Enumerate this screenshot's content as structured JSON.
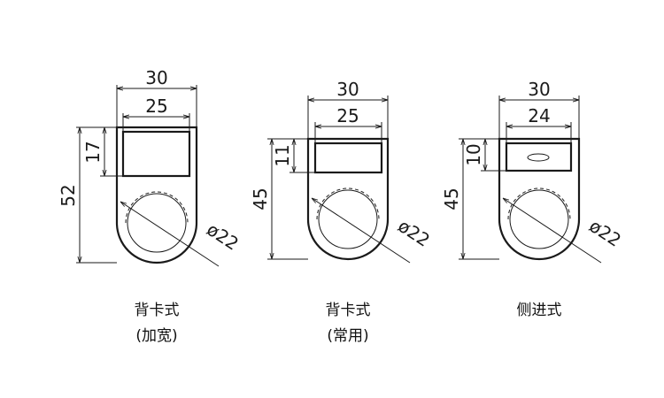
{
  "panels": [
    {
      "outer_width": "30",
      "inner_width": "25",
      "height": "52",
      "window_height": "17",
      "diameter": "ø22",
      "title": "背卡式",
      "subtitle": "(加宽)"
    },
    {
      "outer_width": "30",
      "inner_width": "25",
      "height": "45",
      "window_height": "11",
      "diameter": "ø22",
      "title": "背卡式",
      "subtitle": "(常用)"
    },
    {
      "outer_width": "30",
      "inner_width": "24",
      "height": "45",
      "window_height": "10",
      "diameter": "ø22",
      "title": "侧进式",
      "subtitle": ""
    }
  ]
}
